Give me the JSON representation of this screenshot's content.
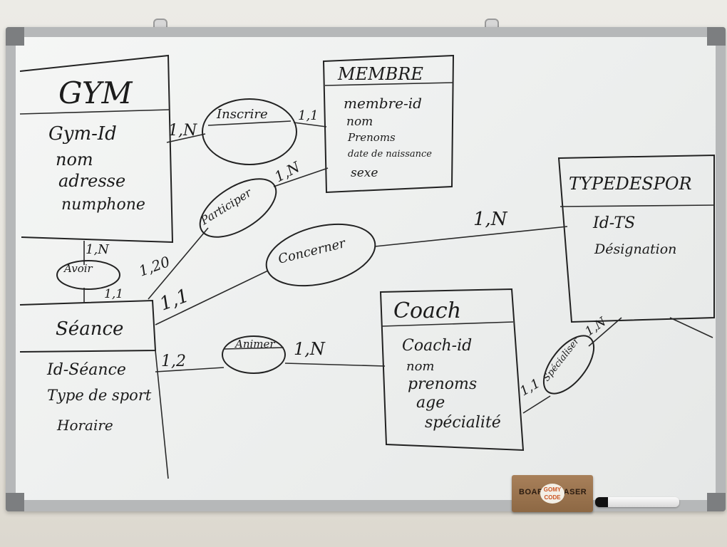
{
  "board": {
    "entities": {
      "gym": {
        "title": "GYM",
        "attrs": [
          "Gym-Id",
          "nom",
          "adresse",
          "numphone"
        ]
      },
      "membre": {
        "title": "MEMBRE",
        "attrs": [
          "membre-id",
          "nom",
          "Prenoms",
          "date de naissance",
          "sexe"
        ]
      },
      "typedesport": {
        "title": "TYPEDESPOR",
        "attrs": [
          "Id-TS",
          "Désignation"
        ]
      },
      "seance": {
        "title": "Séance",
        "attrs": [
          "Id-Séance",
          "Type de sport",
          "Horaire"
        ]
      },
      "coach": {
        "title": "Coach",
        "attrs": [
          "Coach-id",
          "nom",
          "prenoms",
          "age",
          "spécialité"
        ]
      }
    },
    "relations": {
      "inscrire": "Inscrire",
      "participer": "Participer",
      "avoir": "Avoir",
      "concerner": "Concerner",
      "animer": "Animer",
      "specialiser": "Spécialiser"
    },
    "cardinalities": {
      "gym_inscrire": "1,N",
      "inscrire_membre": "1,1",
      "participer_membre": "1,N",
      "seance_participer": "1,20",
      "gym_avoir": "1,N",
      "avoir_seance": "1,1",
      "seance_concerner": "1,1",
      "concerner_type": "1,N",
      "seance_animer": "1,2",
      "animer_coach": "1,N",
      "coach_specialiser": "1,1",
      "specialiser_type": "1,N"
    }
  },
  "eraser": {
    "label": "BOARD ERASER",
    "logo": [
      "GOMY",
      "CODE"
    ]
  },
  "colors": {
    "ink": "#1b1b1b",
    "board": "#eef0ef",
    "frame": "#b6b8b9",
    "eraser": "#9a7450"
  }
}
